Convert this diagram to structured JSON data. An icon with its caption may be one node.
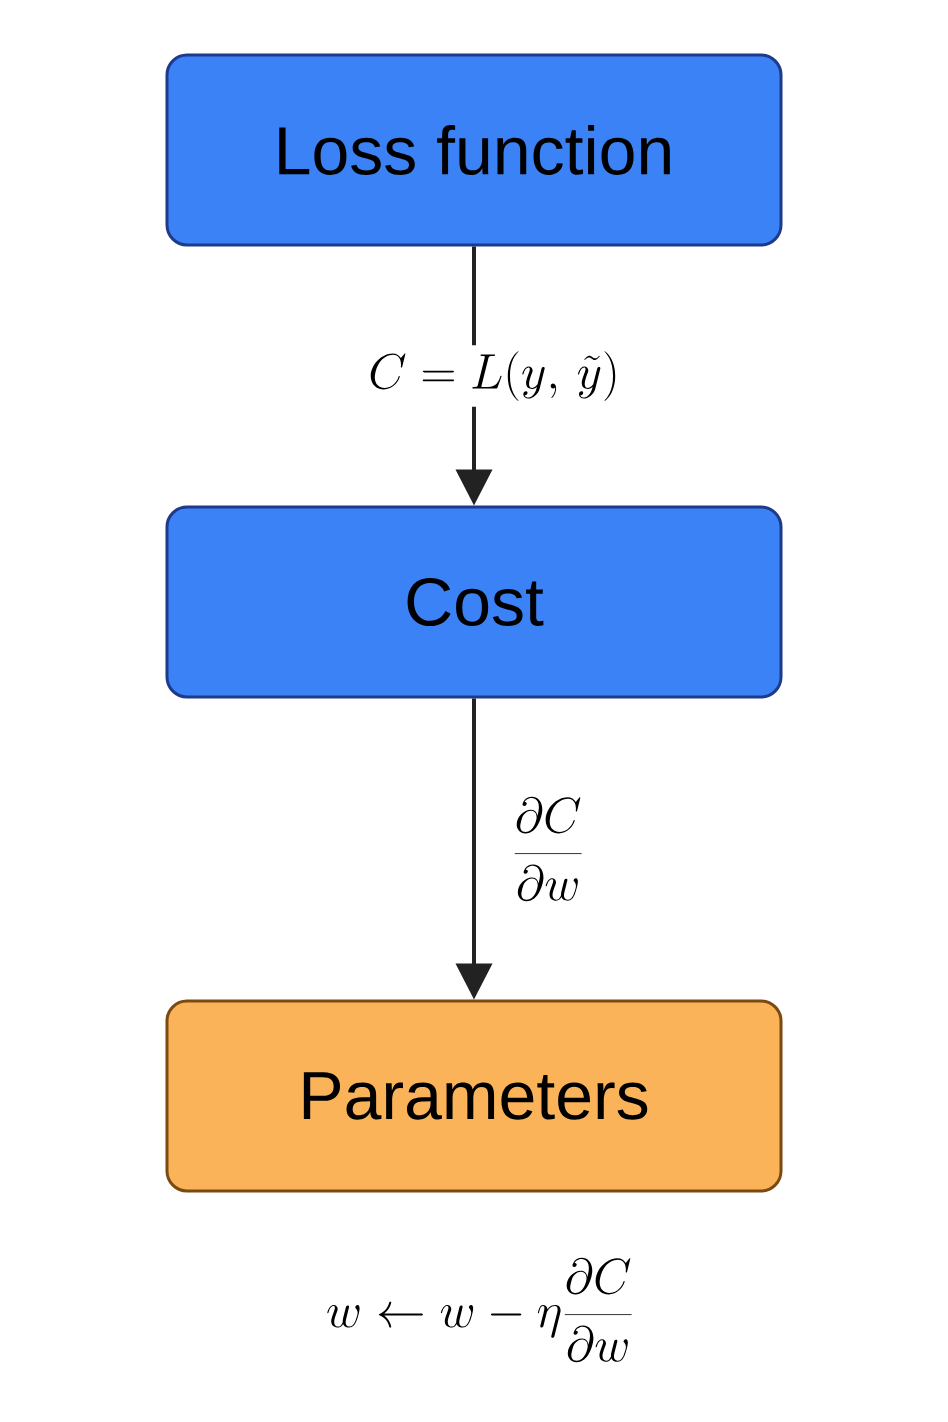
{
  "diagram": {
    "nodes": [
      {
        "text": [
          "Loss function"
        ]
      },
      {
        "text": [
          "Cost"
        ]
      },
      {
        "text": [
          "Parameters"
        ]
      }
    ],
    "edges": [
      {
        "from": 0,
        "to": 1,
        "arrow": "to",
        "label": "C = L(y,\\, \\tilde{y})"
      },
      {
        "from": 1,
        "to": 2,
        "arrow": "to",
        "label": "\\frac{\\partial C}{\\partial w}"
      }
    ],
    "labels": [
      "w \\leftarrow w - \\eta \\frac{\\partial C}{\\partial w}"
    ]
  }
}
